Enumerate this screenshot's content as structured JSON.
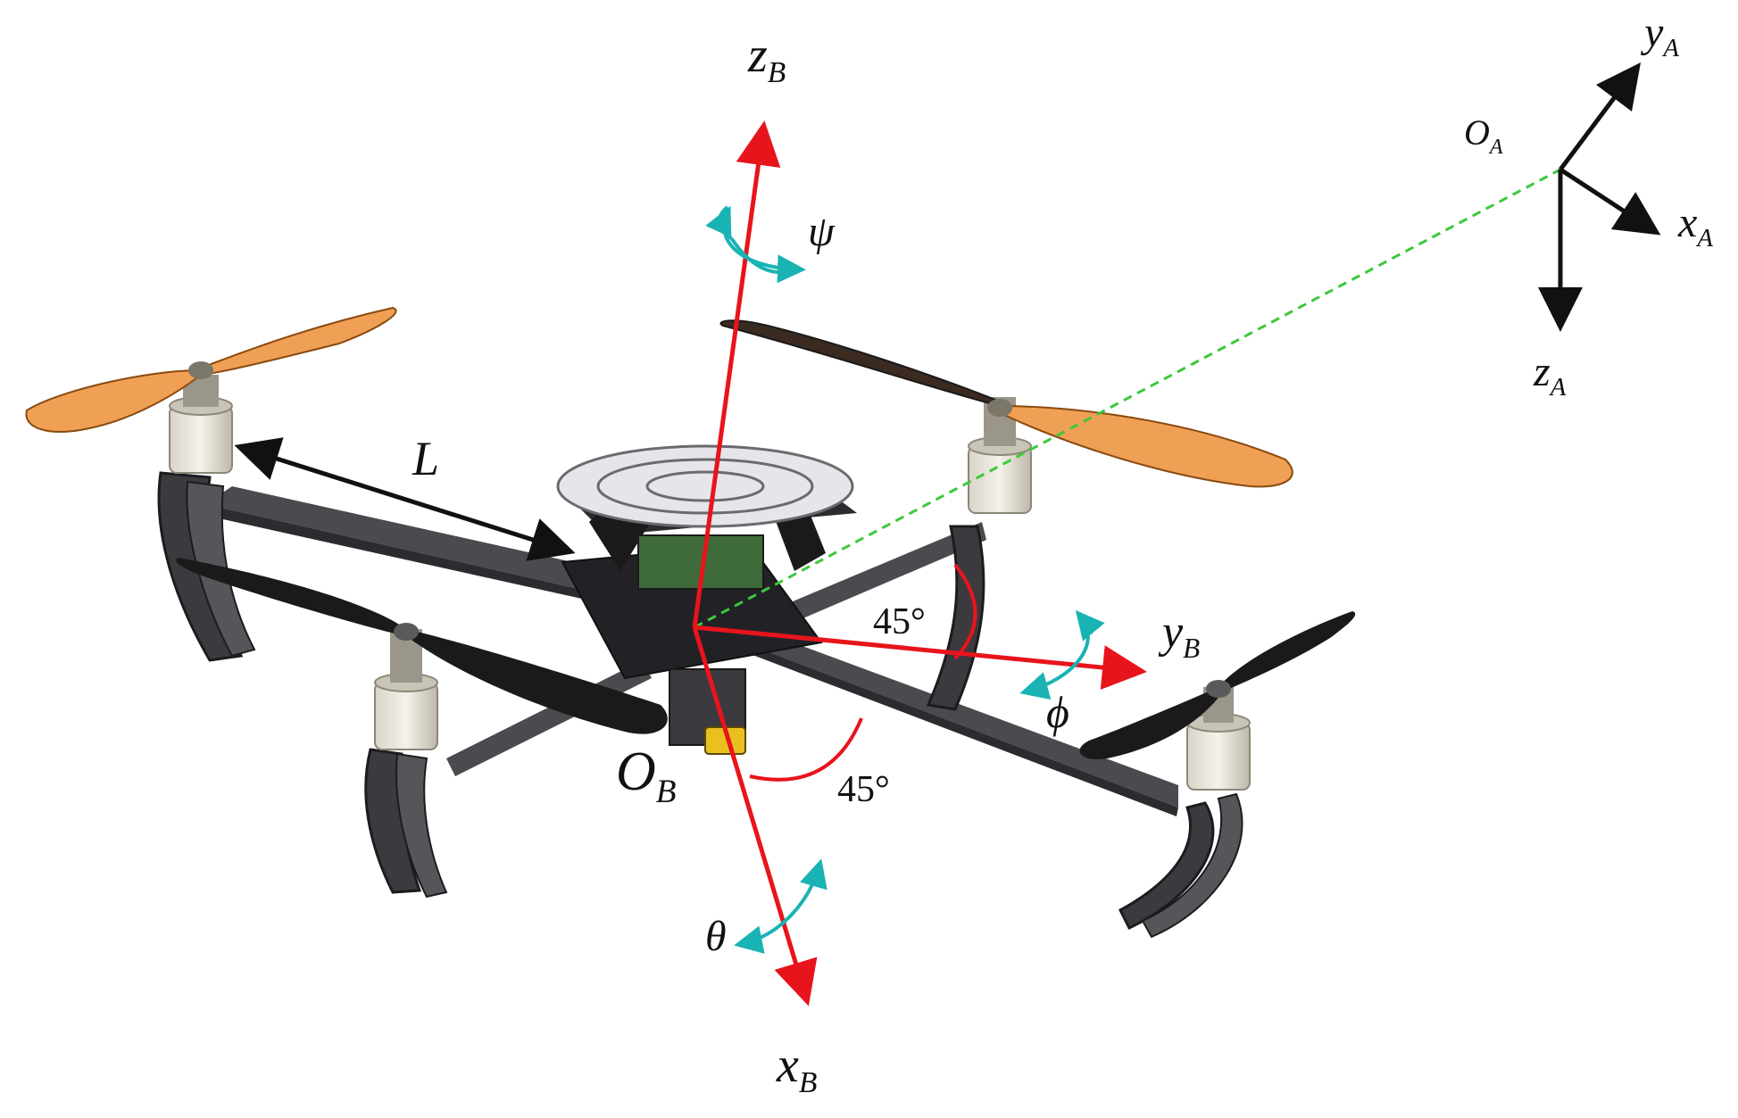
{
  "labels": {
    "z_body": "z",
    "z_body_sub": "B",
    "y_body": "y",
    "y_body_sub": "B",
    "x_body": "x",
    "x_body_sub": "B",
    "origin_body": "O",
    "origin_body_sub": "B",
    "z_inertial": "z",
    "z_inertial_sub": "A",
    "y_inertial": "y",
    "y_inertial_sub": "A",
    "x_inertial": "x",
    "x_inertial_sub": "A",
    "origin_inertial": "O",
    "origin_inertial_sub": "A",
    "arm_length": "L",
    "yaw": "ψ",
    "roll": "ϕ",
    "pitch": "θ",
    "angle_upper": "45°",
    "angle_lower": "45°"
  },
  "colors": {
    "body_axes": "#e8141c",
    "inertial_axes": "#111111",
    "rotation_arrows": "#1ab3b3",
    "position_vector": "#3cc83c",
    "propeller_orange": "#f0a055",
    "propeller_black": "#1a1a1a",
    "frame_gray": "#4a4a4f"
  }
}
